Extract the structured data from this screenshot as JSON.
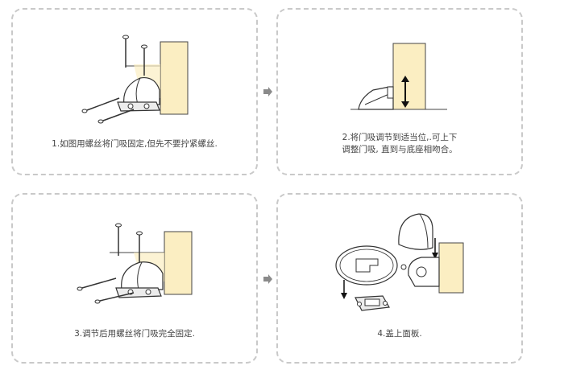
{
  "steps": [
    {
      "caption_lines": [
        "1.如图用螺丝将门吸固定,但先不要拧紧螺丝."
      ]
    },
    {
      "caption_lines": [
        "2.将门吸调节到适当位,.可上下",
        "调整门吸, 直到与底座相吻合。"
      ]
    },
    {
      "caption_lines": [
        "3.调节后用螺丝将门吸完全固定."
      ]
    },
    {
      "caption_lines": [
        "4.盖上面板."
      ]
    }
  ],
  "colors": {
    "border": "#c9c9c9",
    "wall": "#fbeec2",
    "text": "#444444",
    "arrow": "#8a8a8a"
  }
}
